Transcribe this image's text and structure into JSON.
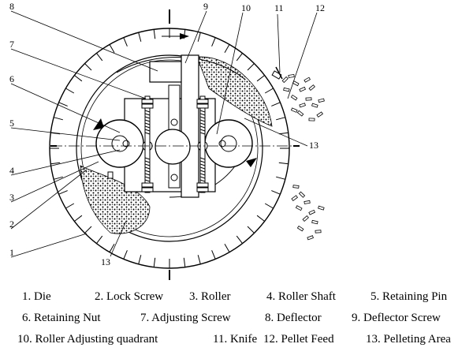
{
  "callouts": [
    "8",
    "9",
    "10",
    "11",
    "12",
    "7",
    "6",
    "5",
    "13",
    "4",
    "3",
    "2",
    "1",
    "13"
  ],
  "legend": {
    "row1": [
      "1. Die",
      "2. Lock Screw",
      "3. Roller",
      "4. Roller Shaft",
      "5. Retaining Pin"
    ],
    "row2": [
      "6. Retaining Nut",
      "7. Adjusting Screw",
      "8. Deflector",
      "9. Deflector Screw"
    ],
    "row3": [
      "10. Roller Adjusting quadrant",
      "11. Knife",
      "12. Pellet Feed",
      "13. Pelleting Area"
    ]
  }
}
